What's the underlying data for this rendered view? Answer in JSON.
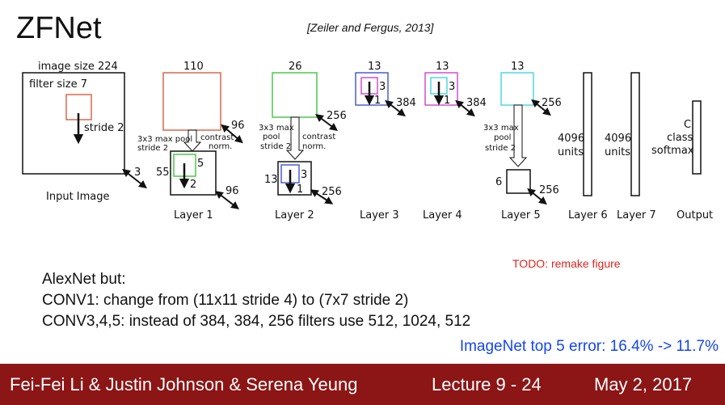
{
  "header": {
    "title": "ZFNet",
    "citation": "[Zeiler and Fergus, 2013]"
  },
  "diagram": {
    "input": {
      "size_label": "image size 224",
      "filter_label": "filter size 7",
      "stride_label": "stride 2",
      "depth": "3",
      "caption": "Input Image"
    },
    "layer1": {
      "top_size": "110",
      "top_depth": "96",
      "pool_line1": "3x3 max pool",
      "pool_line2": "stride 2",
      "contrast_line1": "contrast",
      "contrast_line2": "norm.",
      "bottom_size": "55",
      "filter_size": "5",
      "filter_stride": "2",
      "bottom_depth": "96",
      "caption": "Layer 1"
    },
    "layer2": {
      "top_size": "26",
      "top_depth": "256",
      "pool_line1": "3x3 max",
      "pool_line2": "pool",
      "pool_line3": "stride 2",
      "contrast_line1": "contrast",
      "contrast_line2": "norm.",
      "bottom_size": "13",
      "filter_size": "3",
      "filter_stride": "1",
      "bottom_depth": "256",
      "caption": "Layer 2"
    },
    "layer3": {
      "size": "13",
      "filter_size": "3",
      "filter_stride": "1",
      "depth": "384",
      "caption": "Layer 3"
    },
    "layer4": {
      "size": "13",
      "filter_size": "3",
      "filter_stride": "1",
      "depth": "384",
      "caption": "Layer 4"
    },
    "layer5": {
      "top_size": "13",
      "top_depth": "256",
      "pool_line1": "3x3 max",
      "pool_line2": "pool",
      "pool_line3": "stride 2",
      "bottom_size": "6",
      "bottom_depth": "256",
      "caption": "Layer 5"
    },
    "layer6": {
      "line1": "4096",
      "line2": "units",
      "caption": "Layer 6"
    },
    "layer7": {
      "line1": "4096",
      "line2": "units",
      "caption": "Layer 7"
    },
    "output": {
      "line1": "C",
      "line2": "class",
      "line3": "softmax",
      "caption": "Output"
    },
    "colors": {
      "red": "#d9694a",
      "green": "#4bc94b",
      "blue": "#4a5fd0",
      "magenta": "#d24fd2",
      "cyan": "#4fd9e0",
      "black": "#111111"
    }
  },
  "todo_note": "TODO: remake figure",
  "body_lines": [
    "AlexNet but:",
    "CONV1: change from (11x11 stride 4) to (7x7 stride 2)",
    "CONV3,4,5: instead of 384, 384, 256 filters use 512, 1024, 512"
  ],
  "result_line": "ImageNet top 5 error: 16.4% -> 11.7%",
  "footer": {
    "authors": "Fei-Fei Li & Justin Johnson & Serena Yeung",
    "lecture": "Lecture 9 - 24",
    "date": "May 2, 2017"
  }
}
